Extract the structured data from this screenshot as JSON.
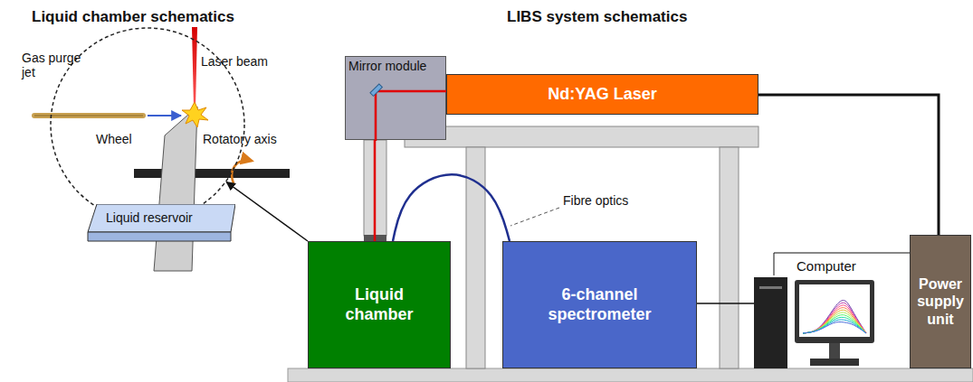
{
  "diagram": {
    "nodes": [
      {
        "text": [
          "Liquid chamber schematics"
        ]
      },
      {
        "text": [
          "Liquid reservoir"
        ],
        "in": 0
      },
      {
        "text": [
          "Mirror module"
        ]
      },
      {
        "text": [
          "Nd:YAG Laser"
        ]
      },
      {
        "text": [
          "Liquid chamber"
        ]
      },
      {
        "text": [
          "6-channel spectrometer"
        ]
      },
      {
        "text": [
          "Computer"
        ]
      },
      {
        "text": [
          "Power supply unit"
        ]
      }
    ],
    "edges": [
      {
        "from": 4,
        "to": 0,
        "arrow": "to"
      },
      {
        "from": 2,
        "to": 4,
        "arrow": "none"
      },
      {
        "from": 4,
        "to": 5,
        "arrow": "none"
      },
      {
        "from": 5,
        "to": 6,
        "arrow": "none"
      },
      {
        "from": 3,
        "to": 7,
        "arrow": "none"
      },
      {
        "from": 6,
        "to": 7,
        "arrow": "none"
      }
    ],
    "labels": [
      "Gas purge jet",
      "Laser beam",
      "Wheel",
      "Rotatory axis",
      "LIBS system schematics",
      "Fibre optics"
    ]
  }
}
